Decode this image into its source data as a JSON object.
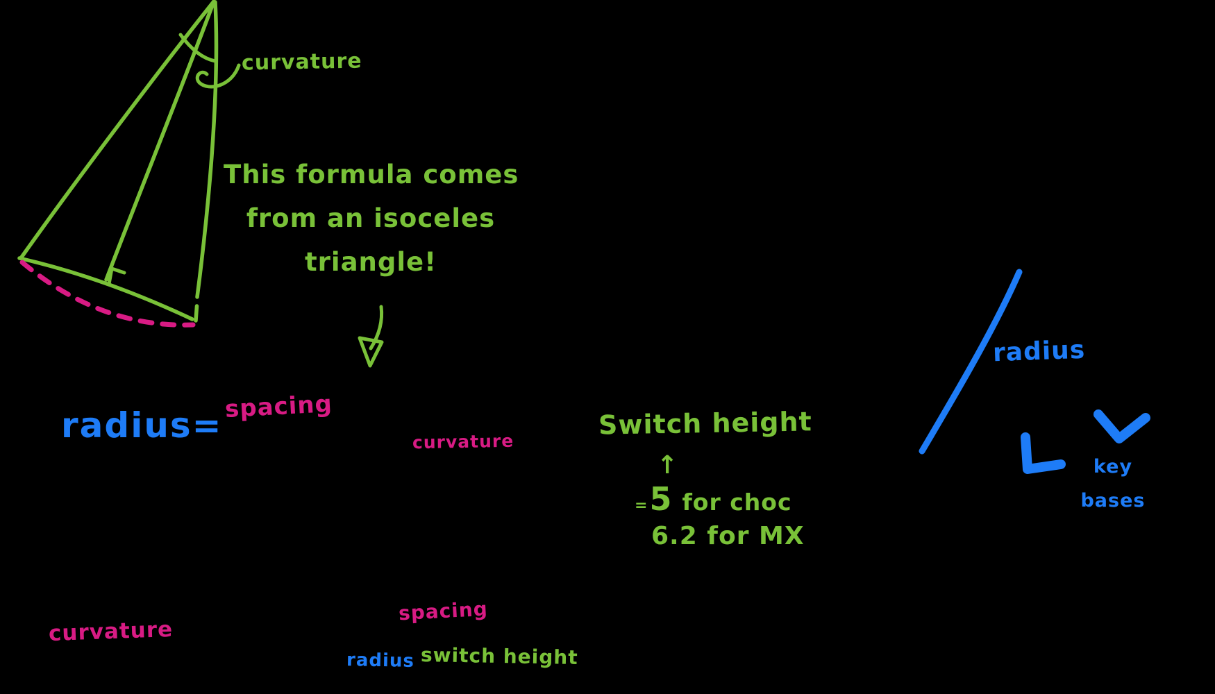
{
  "canvas": {
    "background": "#000000"
  },
  "colors": {
    "green": "#79C138",
    "pink": "#D81B84",
    "blue": "#1E7CF7"
  },
  "cone": {
    "curvature_label": "curvature"
  },
  "note": {
    "line1": "This formula comes",
    "line2": "from an isoceles",
    "line3": "triangle!"
  },
  "formula": {
    "lhs": "radius=",
    "numerator": "spacing",
    "denominator": "curvature"
  },
  "switch_height": {
    "title": "Switch height",
    "up_arrow": "↑",
    "equals": "=",
    "choc_value": "5",
    "choc_suffix": "for choc",
    "mx_line": "6.2 for MX"
  },
  "radius_note": {
    "label": "radius",
    "key_line1": "key",
    "key_line2": "bases"
  },
  "legend": {
    "curvature": "curvature",
    "spacing": "spacing",
    "radius": "radius",
    "switch_height": "switch height"
  }
}
